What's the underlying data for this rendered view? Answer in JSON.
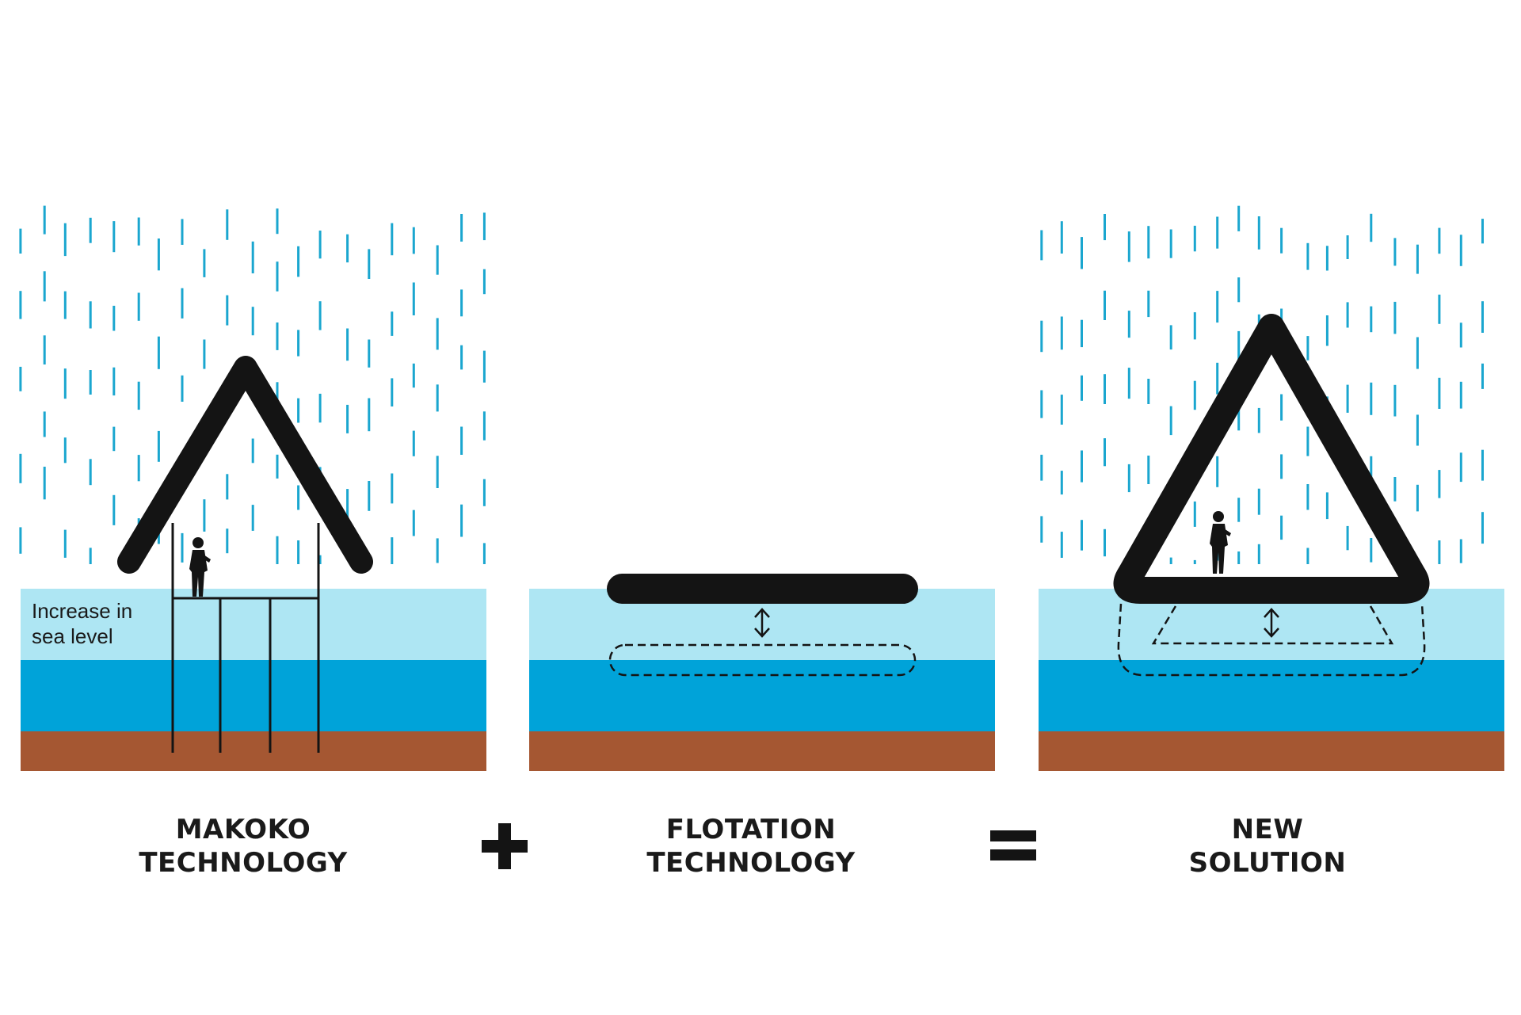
{
  "diagram": {
    "panels": [
      {
        "id": "makoko",
        "caption_line1": "MAKOKO",
        "caption_line2": "TECHNOLOGY",
        "annotation_line1": "Increase in",
        "annotation_line2": "sea level"
      },
      {
        "id": "flotation",
        "caption_line1": "FLOTATION",
        "caption_line2": "TECHNOLOGY"
      },
      {
        "id": "new-solution",
        "caption_line1": "NEW",
        "caption_line2": "SOLUTION"
      }
    ],
    "operators": {
      "plus": "plus-icon",
      "equals": "equals-icon"
    },
    "colors": {
      "rain": "#1aa6cf",
      "sea_level_rise": "#aee6f3",
      "water": "#00a3d9",
      "ground": "#a55732",
      "structure": "#141414"
    }
  }
}
